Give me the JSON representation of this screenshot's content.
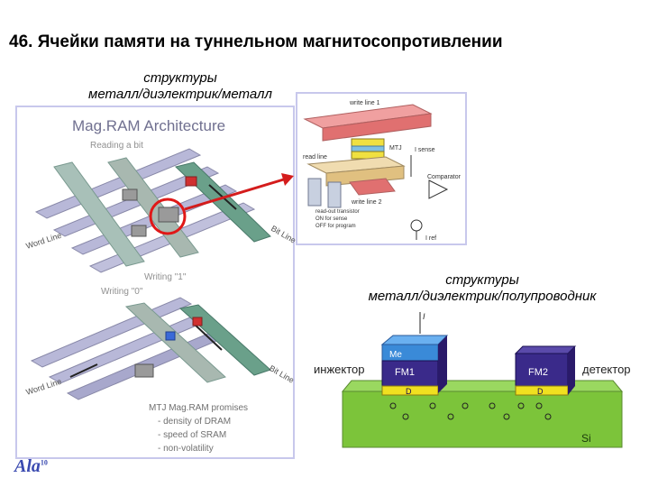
{
  "slide": {
    "title": "46. Ячейки памяти на туннельном магнитосопротивлении",
    "caption_mim_line1": "структуры",
    "caption_mim_line2": "металл/диэлектрик/металл",
    "caption_mis_line1": "структуры",
    "caption_mis_line2": "металл/диэлектрик/полупроводник",
    "page_number": "10",
    "logo_text": "Ala"
  },
  "magram": {
    "title": "Mag.RAM Architecture",
    "reading": "Reading a bit",
    "writing1": "Writing \"1\"",
    "writing0": "Writing \"0\"",
    "word_line": "Word Line",
    "bit_line": "Bit Line",
    "promises_title": "MTJ Mag.RAM promises",
    "promises": [
      "- density of DRAM",
      "- speed of SRAM",
      "- non-volatility"
    ]
  },
  "mtj": {
    "write_line1": "write line 1",
    "write_line2": "write line 2",
    "read_line": "read line",
    "mtj": "MTJ",
    "isense": "I sense",
    "comparator": "Comparator",
    "transistor1": "read-out transistor",
    "transistor2": "ON for sense",
    "transistor3": "OFF for program",
    "iref": "I ref"
  },
  "spin": {
    "i_label": "I",
    "me": "Me",
    "fm1": "FM1",
    "fm2": "FM2",
    "d1": "D",
    "d2": "D",
    "si": "Si",
    "injector": "инжектор",
    "detector": "детектор"
  },
  "colors": {
    "red_circle": "#e01818",
    "arrow": "#d41c1c",
    "substrate": "#7cc43a",
    "fm": "#3a2a8a",
    "me": "#3a8ad8",
    "d": "#f0e020"
  }
}
